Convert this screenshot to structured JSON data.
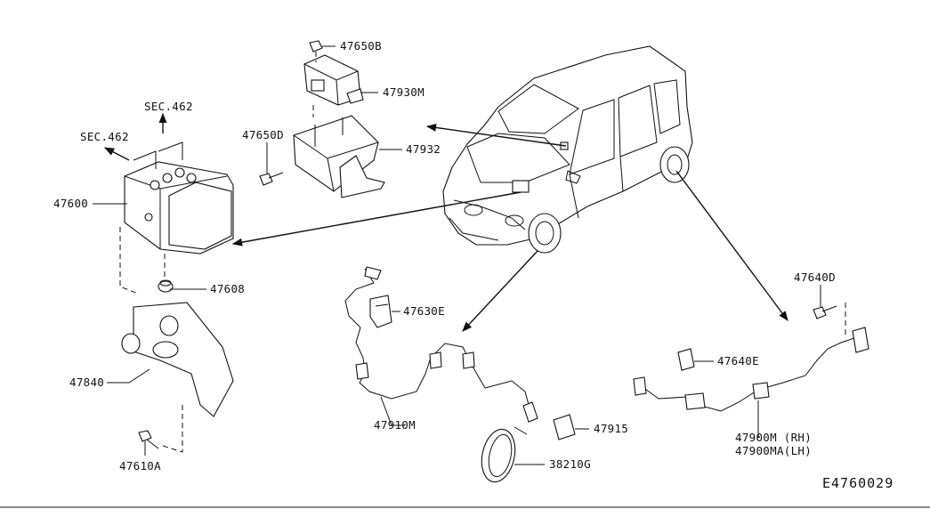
{
  "diagram": {
    "code": "E4760029",
    "labels": {
      "sec462_top": "SEC.462",
      "sec462_left": "SEC.462",
      "p47600": "47600",
      "p47608": "47608",
      "p47840": "47840",
      "p47610A": "47610A",
      "p47650B": "47650B",
      "p47930M": "47930M",
      "p47650D": "47650D",
      "p47932": "47932",
      "p47630E": "47630E",
      "p47910M": "47910M",
      "p47915": "47915",
      "p38210G": "38210G",
      "p47640D": "47640D",
      "p47640E": "47640E",
      "p47900M": "47900M (RH)",
      "p47900MA": "47900MA(LH)"
    }
  }
}
